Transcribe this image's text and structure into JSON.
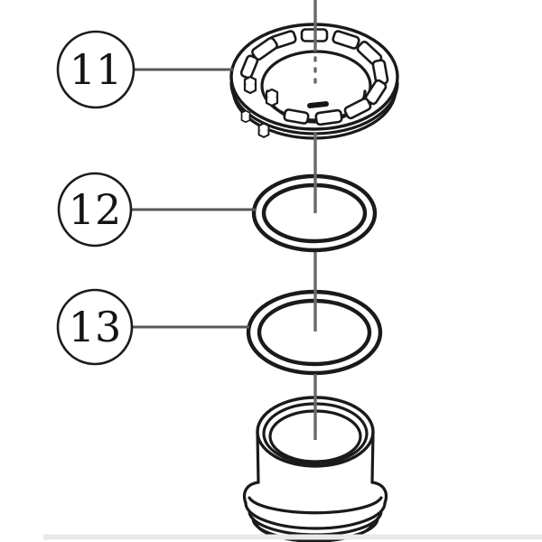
{
  "diagram": {
    "type": "exploded-parts-diagram",
    "callouts": [
      {
        "label": "11",
        "highlighted": false
      },
      {
        "label": "12",
        "highlighted": true
      },
      {
        "label": "13",
        "highlighted": false
      }
    ],
    "colors": {
      "highlight_fill": "#F0A23A",
      "callout_fill": "#FFFFFF",
      "part_outline": "#1A1A1A",
      "leader_line": "#585858",
      "centerline": "#6A6A6A",
      "bottom_bar": "#E9E9E9",
      "background": "#FFFFFF"
    }
  }
}
